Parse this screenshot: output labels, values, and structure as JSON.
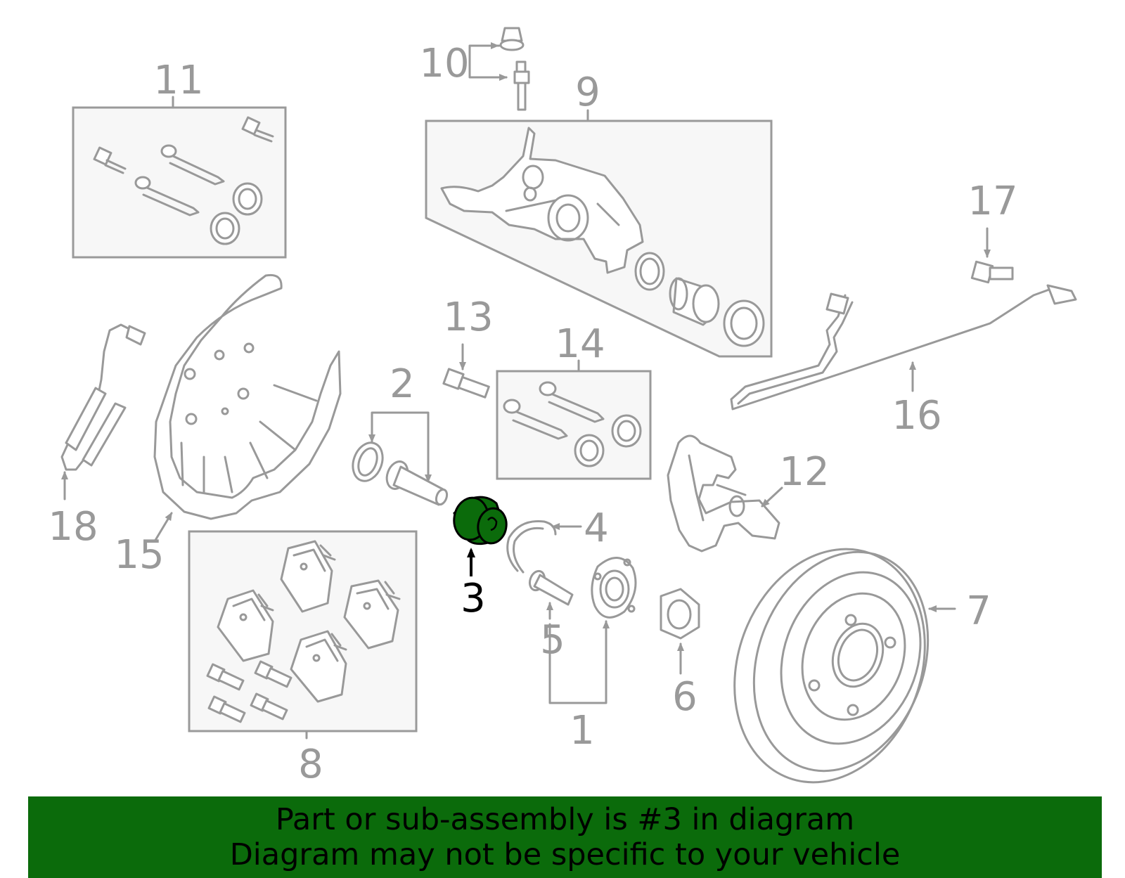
{
  "labels": {
    "p1": "1",
    "p2": "2",
    "p3": "3",
    "p4": "4",
    "p5": "5",
    "p6": "6",
    "p7": "7",
    "p8": "8",
    "p9": "9",
    "p10": "10",
    "p11": "11",
    "p12": "12",
    "p13": "13",
    "p14": "14",
    "p15": "15",
    "p16": "16",
    "p17": "17",
    "p18": "18"
  },
  "highlight": {
    "part": "3",
    "color": "#0b6b0b"
  },
  "banner": {
    "line1": "Part or sub-assembly is #3 in diagram",
    "line2": "Diagram may not be specific to your vehicle",
    "background": "#0b6b0b"
  }
}
